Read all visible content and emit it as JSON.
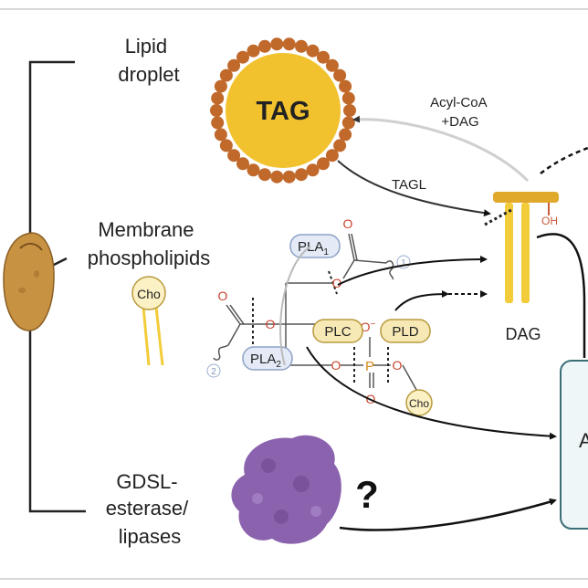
{
  "sources": {
    "lipid_droplet": [
      "Lipid",
      "droplet"
    ],
    "membrane_phospholipids": [
      "Membrane",
      "phospholipids"
    ],
    "gdsl": [
      "GDSL-",
      "esterase/",
      "lipases"
    ]
  },
  "tag": "TAG",
  "acyl_coa": [
    "Acyl-CoA",
    "+DAG"
  ],
  "tagl": "TAGL",
  "dag": "DAG",
  "oh": "OH",
  "cho": "Cho",
  "pla1": "PLA",
  "pla1_sub": "1",
  "pla2": "PLA",
  "pla2_sub": "2",
  "plc": "PLC",
  "pld": "PLD",
  "phosphate": "P",
  "o_minus": "O",
  "o_minus_charge": "−",
  "oxygen": "O",
  "site1": "1",
  "site2": "2",
  "question": "?",
  "right_box_letter": "A",
  "colors": {
    "tag_fill": "#f2c22e",
    "tag_bead": "#c0692b",
    "seed": "#c89243",
    "protein": "#8b62ad",
    "enzyme_fill": "#f7e9b6",
    "enzyme_stroke": "#b99a3d",
    "pla_fill": "#e4ebf6",
    "pla_stroke": "#8ea2c6",
    "tail": "#e6c33a",
    "oxygen_red": "#c9452f",
    "right_box": "#eef6f7"
  }
}
